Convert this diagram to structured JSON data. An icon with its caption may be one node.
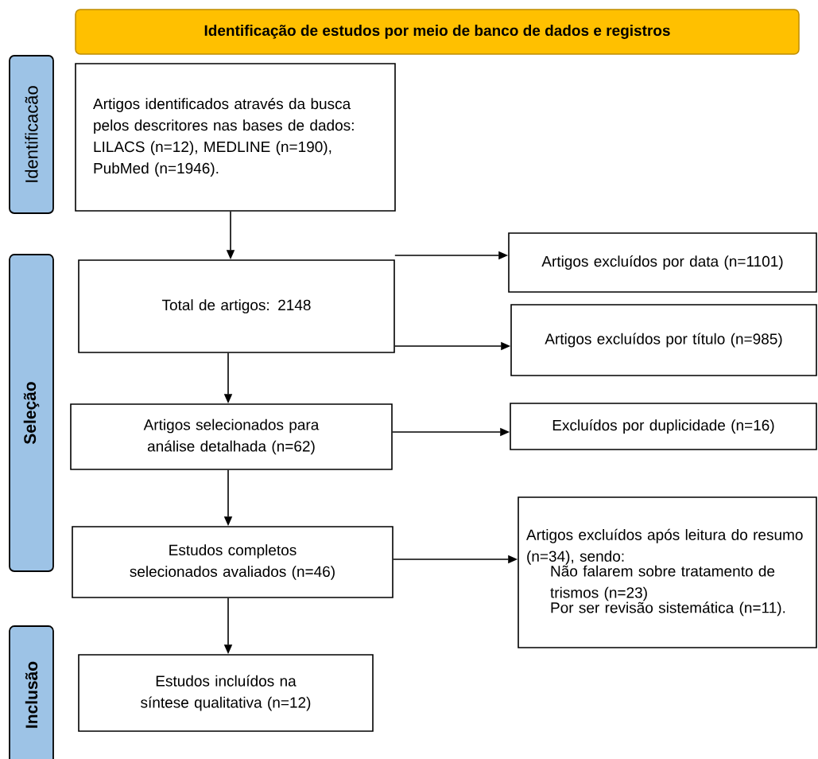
{
  "diagram": {
    "nodes": [
      {
        "text": [
          "Identificação de estudos por meio de banco de dados e registros"
        ]
      },
      {
        "text": [
          "Identificacão"
        ]
      },
      {
        "text": [
          "Seleção"
        ]
      },
      {
        "text": [
          "Inclusão"
        ]
      },
      {
        "text": [
          "Artigos identificados através da busca pelos descritores nas bases de dados: LILACS (n=12), MEDLINE (n=190), PubMed (n=1946)."
        ]
      },
      {
        "text": [
          "Total de artigos: 2148"
        ]
      },
      {
        "text": [
          "Artigos excluídos por data (n=1101)"
        ]
      },
      {
        "text": [
          "Artigos excluídos por título (n=985)"
        ]
      },
      {
        "text": [
          "Artigos selecionados para análise detalhada (n=62)"
        ]
      },
      {
        "text": [
          "Excluídos por duplicidade (n=16)"
        ]
      },
      {
        "text": [
          "Estudos completos selecionados avaliados (n=46)"
        ]
      },
      {
        "text": [
          "Artigos excluídos após leitura do resumo (n=34), sendo:",
          "Não falarem sobre tratamento de trismos (n=23)",
          "Por ser revisão sistemática (n=11)."
        ]
      },
      {
        "text": [
          "Estudos incluídos na síntese qualitativa (n=12)"
        ]
      }
    ],
    "edges": [
      {
        "from": 4,
        "to": 5,
        "arrow": "to"
      },
      {
        "from": 5,
        "to": 6,
        "arrow": "to"
      },
      {
        "from": 5,
        "to": 7,
        "arrow": "to"
      },
      {
        "from": 5,
        "to": 8,
        "arrow": "to"
      },
      {
        "from": 8,
        "to": 9,
        "arrow": "to"
      },
      {
        "from": 8,
        "to": 10,
        "arrow": "to"
      },
      {
        "from": 10,
        "to": 11,
        "arrow": "to"
      },
      {
        "from": 10,
        "to": 12,
        "arrow": "to"
      }
    ]
  }
}
